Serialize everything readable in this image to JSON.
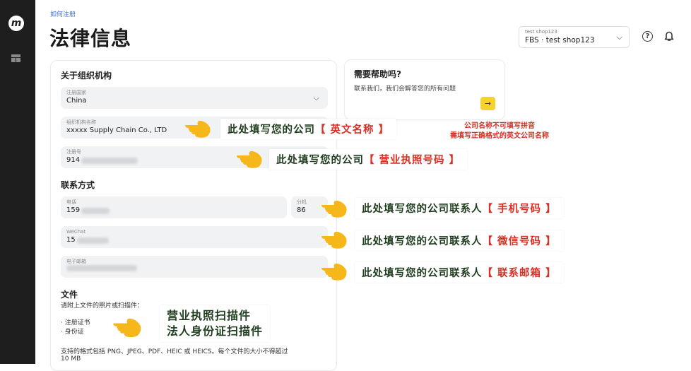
{
  "sidebar": {
    "logo_icon": "marketplace-logo-icon",
    "logo_glyph": "m",
    "items": [
      {
        "icon": "grid-icon",
        "label": ""
      }
    ]
  },
  "header": {
    "help_link": "如何注册",
    "title": "法律信息",
    "shop_select": {
      "label": "test shop123",
      "value": "FBS · test shop123"
    },
    "help_icon_glyph": "?"
  },
  "org_section": {
    "title": "关于组织机构",
    "country": {
      "label": "注册国家",
      "value": "China"
    },
    "org_name": {
      "label": "组织机构名称",
      "value": "xxxxx Supply Chain Co., LTD"
    },
    "reg_no": {
      "label": "注册号",
      "value": "914"
    }
  },
  "contact_section": {
    "title": "联系方式",
    "phone": {
      "label": "电话",
      "value": "159"
    },
    "ext": {
      "label": "分机",
      "value": "86"
    },
    "wechat": {
      "label": "WeChat",
      "value": "15"
    },
    "email": {
      "label": "电子邮箱",
      "value": ""
    }
  },
  "files_section": {
    "title": "文件",
    "intro": "请附上文件的照片或扫描件：",
    "items": [
      "· 注册证书",
      "· 身份证"
    ],
    "formats": "支持的格式包括 PNG、JPEG、PDF、HEIC 或 HEICS。每个文件的大小不得超过",
    "size": "10 MB"
  },
  "help_card": {
    "title": "需要帮助吗?",
    "text": "联系我们，我们会解答您的所有问题",
    "arrow": "→"
  },
  "annotations": {
    "org_name": {
      "prefix": "此处填写您的公司",
      "highlight": "【 英文名称 】"
    },
    "reg_no": {
      "prefix": "此处填写您的公司",
      "highlight": "【 营业执照号码 】"
    },
    "phone": {
      "prefix": "此处填写您的公司联系人",
      "highlight": "【 手机号码 】"
    },
    "wechat": {
      "prefix": "此处填写您的公司联系人",
      "highlight": "【 微信号码 】"
    },
    "email": {
      "prefix": "此处填写您的公司联系人",
      "highlight": "【 联系邮箱 】"
    },
    "files": {
      "line1": "营业执照扫描件",
      "line2": "法人身份证扫描件"
    },
    "note": {
      "line1": "公司名称不可填写拼音",
      "line2": "需填写正确格式的英文公司名称"
    }
  },
  "colors": {
    "sidebar": "#1e1e1e",
    "accent_yellow": "#f6d22d",
    "link_blue": "#3a6fd8",
    "annotation_red": "#d93025",
    "annotation_green": "#1f3d1f",
    "field_bg": "#f1f2f4"
  }
}
